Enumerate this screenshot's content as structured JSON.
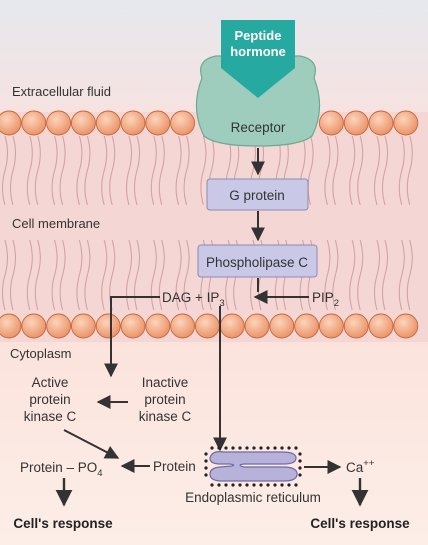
{
  "hormone": {
    "line1": "Peptide",
    "line2": "hormone"
  },
  "regions": {
    "extracellular": "Extracellular fluid",
    "membrane": "Cell membrane",
    "cytoplasm": "Cytoplasm"
  },
  "boxes": {
    "receptor": "Receptor",
    "g_protein": "G protein",
    "phospholipase": "Phospholipase C"
  },
  "messengers": {
    "dag_ip3": {
      "base": "DAG + IP",
      "sub": "3"
    },
    "pip2": {
      "base": "PIP",
      "sub": "2"
    }
  },
  "kinases": {
    "active": [
      "Active",
      "protein",
      "kinase C"
    ],
    "inactive": [
      "Inactive",
      "protein",
      "kinase C"
    ]
  },
  "proteins": {
    "phospho": {
      "base": "Protein – PO",
      "sub": "4"
    },
    "protein": "Protein"
  },
  "er_label": "Endoplasmic reticulum",
  "calcium": {
    "base": "Ca",
    "sup": "++"
  },
  "responses": {
    "left": "Cell's response",
    "right": "Cell's response"
  },
  "colors": {
    "extracellular_top": "#e6e8ee",
    "membrane_fill": "#f4d7d4",
    "cytoplasm_fill": "#fbe2db",
    "lipid_head": "#f0a47e",
    "lipid_stroke": "#c7663f",
    "receptor_fill": "#9fcdbd",
    "receptor_stroke": "#6ea893",
    "hormone_fill": "#26a9a0",
    "box_fill": "#c9c8e6",
    "box_stroke": "#8c8ab8",
    "er_fill": "#b7b2d9",
    "arrow": "#333333"
  }
}
